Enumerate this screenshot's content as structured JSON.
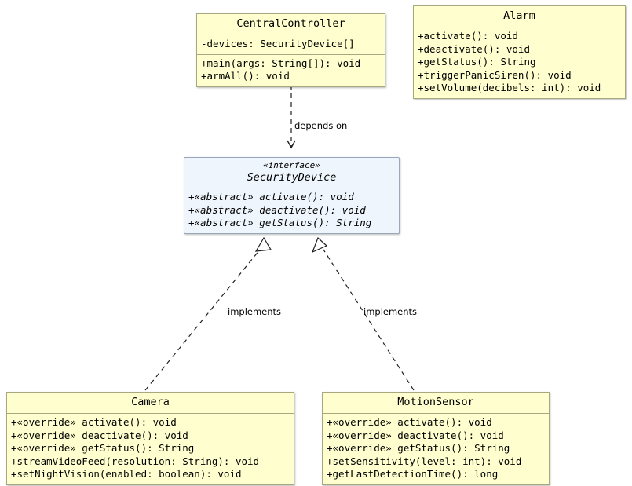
{
  "diagram": {
    "kind": "uml-class-diagram",
    "background_color": "#ffffff",
    "class_fill_color": "#fefece",
    "class_border_color": "#a8a880",
    "interface_fill_color": "#eef5fc",
    "interface_border_color": "#9aa7b8",
    "line_color": "#1f1f1f"
  },
  "classes": {
    "central_controller": {
      "name": "CentralController",
      "stereotype": "",
      "attributes": [
        "-devices: SecurityDevice[]"
      ],
      "methods": [
        "+main(args: String[]): void",
        "+armAll(): void"
      ]
    },
    "alarm": {
      "name": "Alarm",
      "stereotype": "",
      "attributes": [],
      "methods": [
        "+activate(): void",
        "+deactivate(): void",
        "+getStatus(): String",
        "+triggerPanicSiren(): void",
        "+setVolume(decibels: int): void"
      ]
    },
    "security_device": {
      "name": "SecurityDevice",
      "stereotype": "«interface»",
      "attributes": [],
      "methods": [
        "+«abstract» activate(): void",
        "+«abstract» deactivate(): void",
        "+«abstract» getStatus(): String"
      ]
    },
    "camera": {
      "name": "Camera",
      "stereotype": "",
      "attributes": [],
      "methods": [
        "+«override» activate(): void",
        "+«override» deactivate(): void",
        "+«override» getStatus(): String",
        "+streamVideoFeed(resolution: String): void",
        "+setNightVision(enabled: boolean): void"
      ]
    },
    "motion_sensor": {
      "name": "MotionSensor",
      "stereotype": "",
      "attributes": [],
      "methods": [
        "+«override» activate(): void",
        "+«override» deactivate(): void",
        "+«override» getStatus(): String",
        "+setSensitivity(level: int): void",
        "+getLastDetectionTime(): long"
      ]
    }
  },
  "relationships": [
    {
      "id": "dependency",
      "from": "CentralController",
      "to": "SecurityDevice",
      "label": "depends on",
      "style": "dashed",
      "arrow": "open-arrow"
    },
    {
      "id": "camera-realization",
      "from": "Camera",
      "to": "SecurityDevice",
      "label": "implements",
      "style": "dashed",
      "arrow": "hollow-triangle"
    },
    {
      "id": "motion-sensor-realization",
      "from": "MotionSensor",
      "to": "SecurityDevice",
      "label": "implements",
      "style": "dashed",
      "arrow": "hollow-triangle"
    }
  ]
}
